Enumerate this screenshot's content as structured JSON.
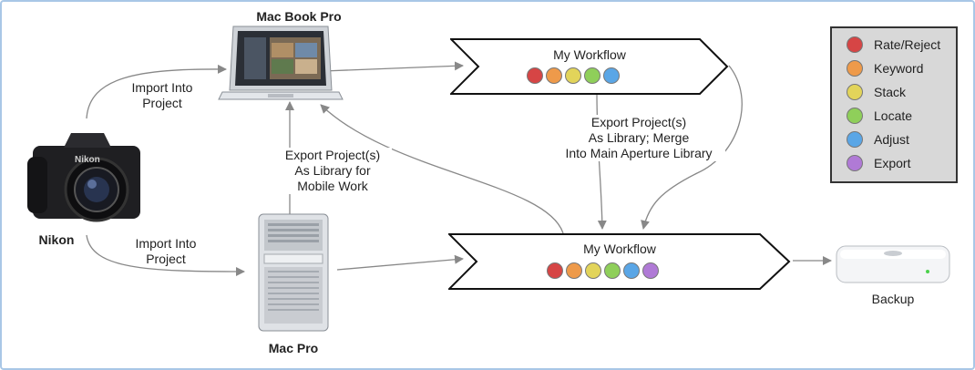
{
  "nodes": {
    "macbook": "Mac Book Pro",
    "nikon": "Nikon",
    "macpro": "Mac Pro",
    "backup": "Backup"
  },
  "workflows": {
    "top": {
      "title": "My Workflow",
      "dots": [
        "red",
        "orange",
        "yellow",
        "green",
        "blue"
      ]
    },
    "bottom": {
      "title": "My Workflow",
      "dots": [
        "red",
        "orange",
        "yellow",
        "green",
        "blue",
        "purple"
      ]
    }
  },
  "edge_labels": {
    "import_top_1": "Import Into",
    "import_top_2": "Project",
    "import_bottom_1": "Import Into",
    "import_bottom_2": "Project",
    "export_mobile_1": "Export Project(s)",
    "export_mobile_2": "As Library for",
    "export_mobile_3": "Mobile Work",
    "export_merge_1": "Export Project(s)",
    "export_merge_2": "As Library; Merge",
    "export_merge_3": "Into Main Aperture Library"
  },
  "legend": {
    "items": [
      {
        "label": "Rate/Reject",
        "color": "#d64545"
      },
      {
        "label": "Keyword",
        "color": "#ee9a4a"
      },
      {
        "label": "Stack",
        "color": "#e2d45a"
      },
      {
        "label": "Locate",
        "color": "#8fcf5a"
      },
      {
        "label": "Adjust",
        "color": "#5aa6e6"
      },
      {
        "label": "Export",
        "color": "#b07ad6"
      }
    ]
  },
  "colors": {
    "red": "#d64545",
    "orange": "#ee9a4a",
    "yellow": "#e2d45a",
    "green": "#8fcf5a",
    "blue": "#5aa6e6",
    "purple": "#b07ad6",
    "frame": "#a9c7e6",
    "legend_bg": "#d8d8d8"
  }
}
